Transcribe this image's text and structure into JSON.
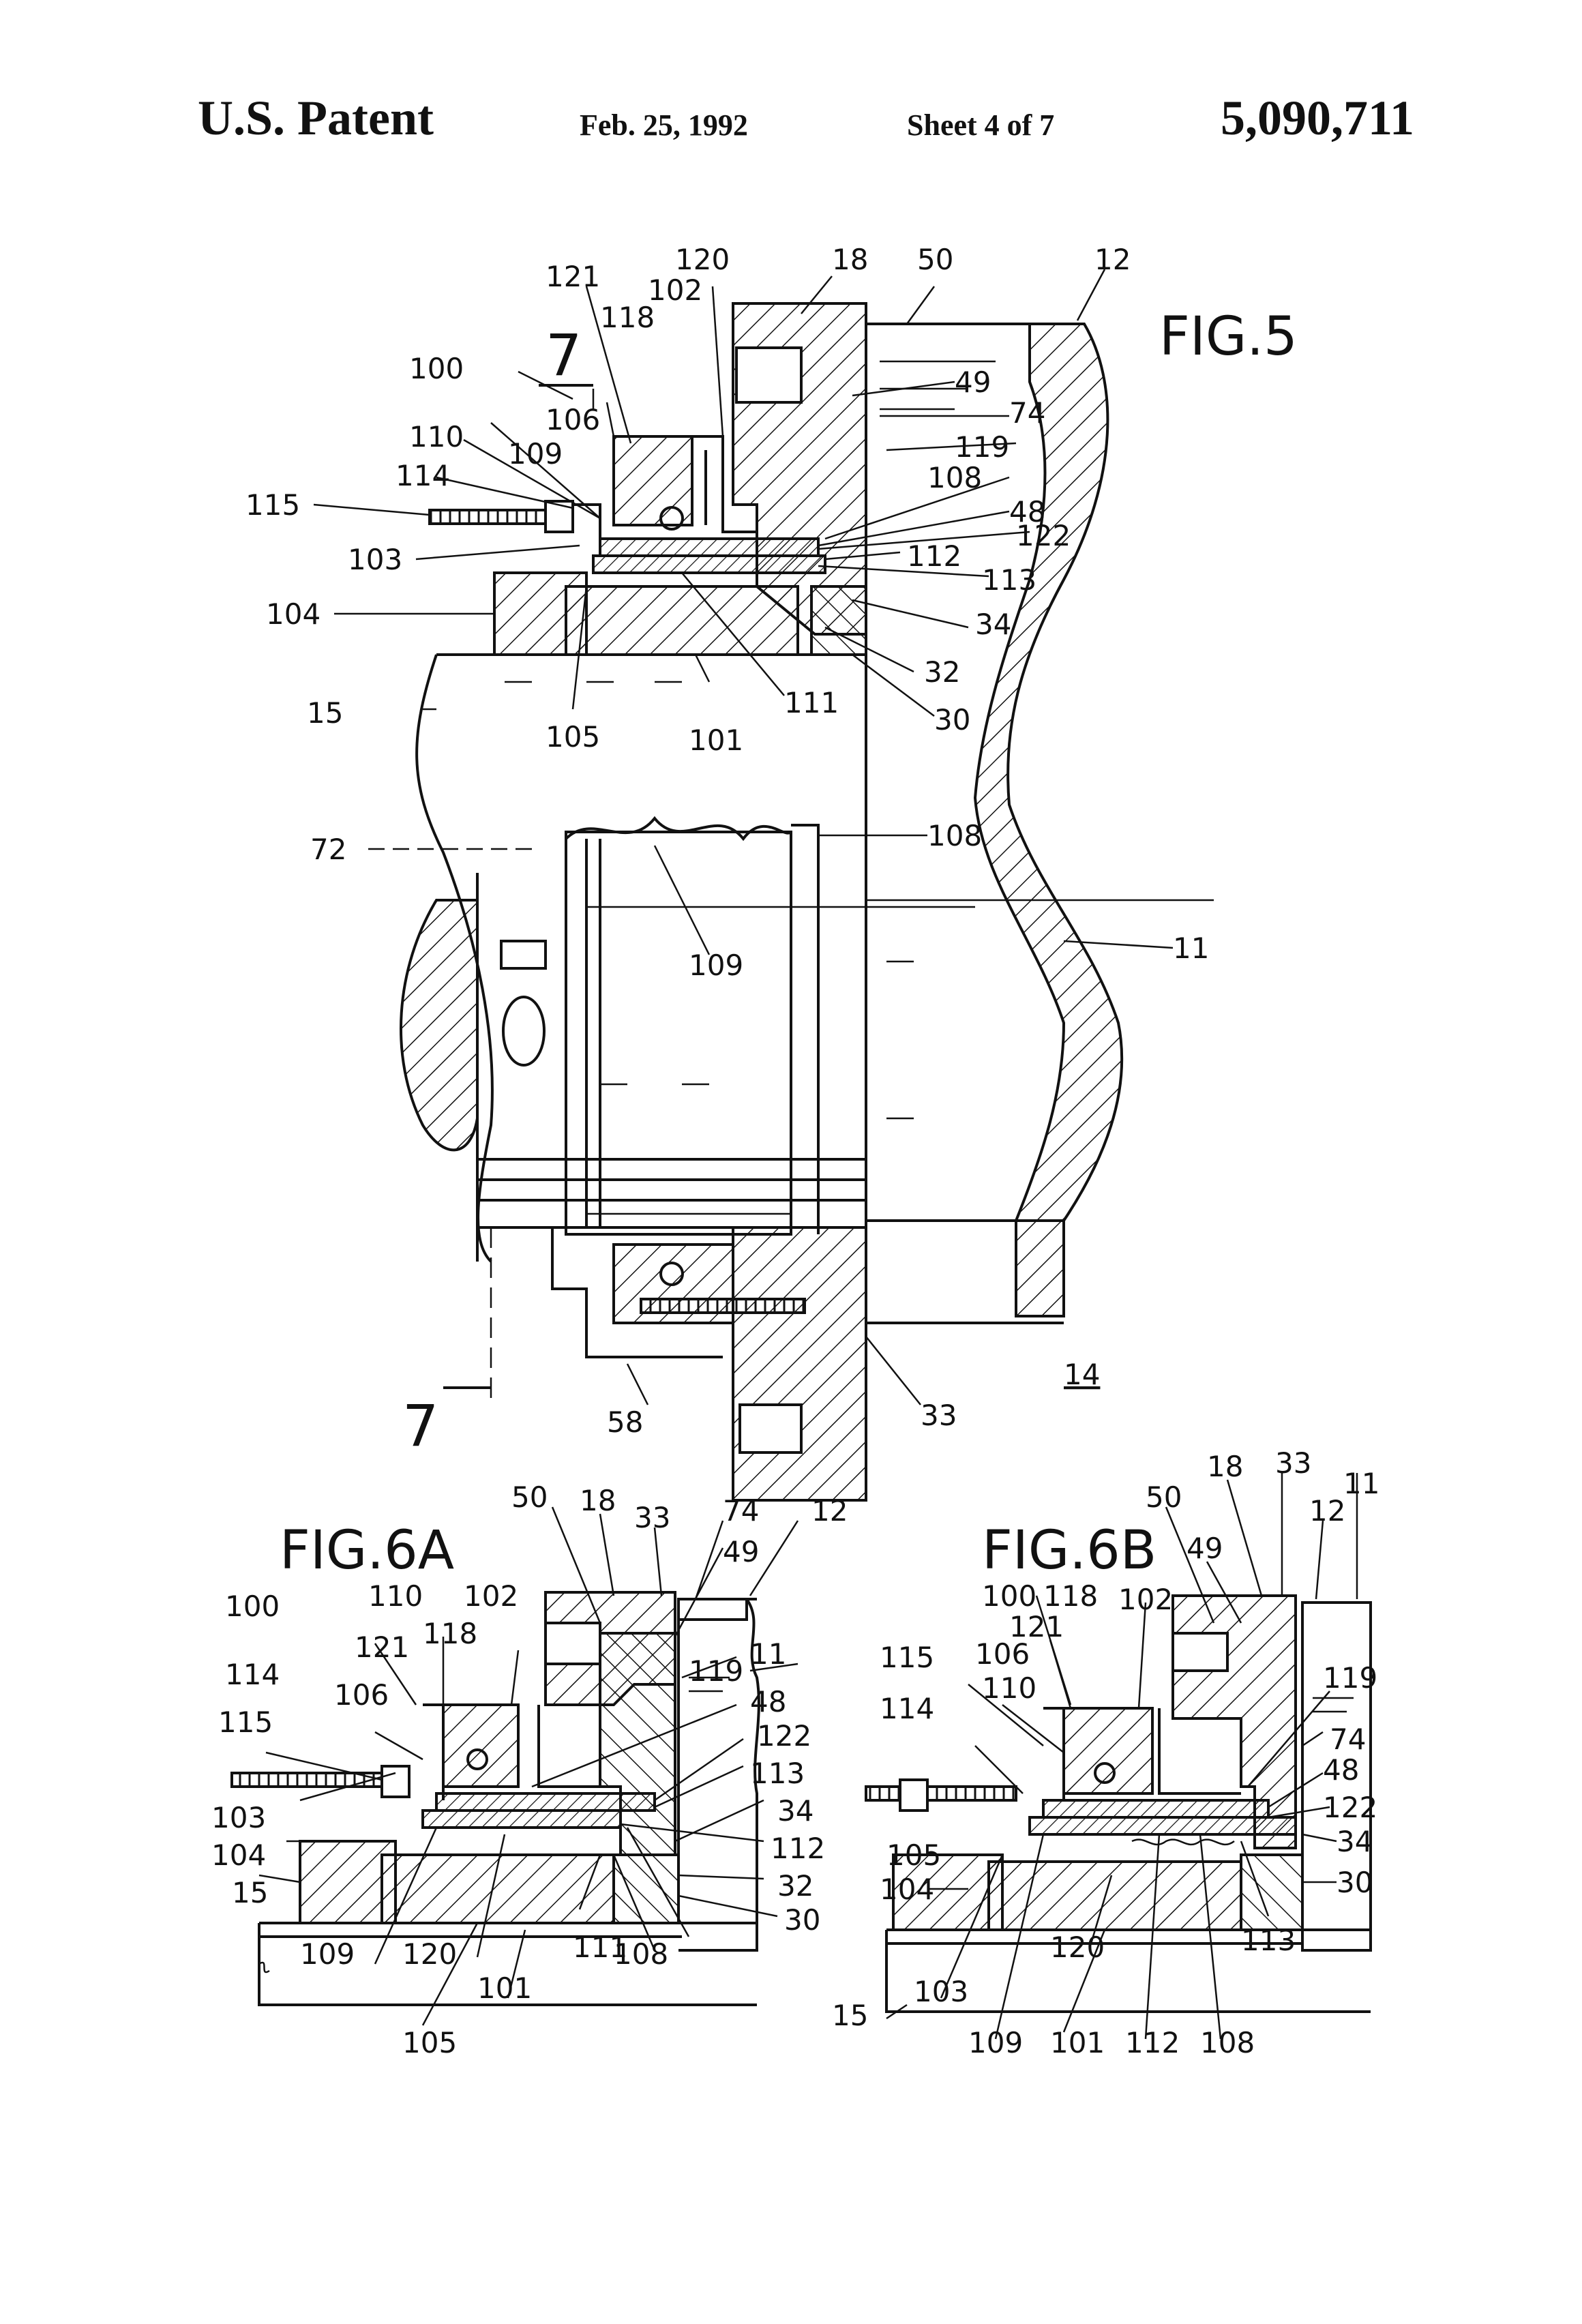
{
  "header": {
    "left": "U.S. Patent",
    "date": "Feb. 25, 1992",
    "sheet": "Sheet 4 of 7",
    "patent_number": "5,090,711"
  },
  "figures": {
    "fig5": {
      "title": "FIG.5",
      "section_mark_top": "7",
      "section_mark_bottom": "7",
      "labels": {
        "l121": "121",
        "l120": "120",
        "l102": "102",
        "l118": "118",
        "l18": "18",
        "l50": "50",
        "l12": "12",
        "l100": "100",
        "l49": "49",
        "l74": "74",
        "l106": "106",
        "l110": "110",
        "l109": "109",
        "l119": "119",
        "l114": "114",
        "l108": "108",
        "l115": "115",
        "l48": "48",
        "l122": "122",
        "l103": "103",
        "l112": "112",
        "l113": "113",
        "l104": "104",
        "l34": "34",
        "l32": "32",
        "l15": "15",
        "l111": "111",
        "l30": "30",
        "l105": "105",
        "l101": "101",
        "l72": "72",
        "l108b": "108",
        "l109b": "109",
        "l11": "11",
        "l58": "58",
        "l33": "33",
        "l14": "14"
      }
    },
    "fig6a": {
      "title": "FIG.6A",
      "labels": {
        "l50": "50",
        "l18": "18",
        "l33": "33",
        "l74": "74",
        "l12": "12",
        "l100": "100",
        "l110": "110",
        "l102": "102",
        "l49": "49",
        "l121": "121",
        "l118": "118",
        "l119": "119",
        "l11": "11",
        "l114": "114",
        "l106": "106",
        "l48": "48",
        "l115": "115",
        "l122": "122",
        "l113": "113",
        "l34": "34",
        "l103": "103",
        "l112": "112",
        "l104": "104",
        "l32": "32",
        "l15": "15",
        "l30": "30",
        "l109": "109",
        "l120": "120",
        "l111": "111",
        "l108": "108",
        "l101": "101",
        "l105": "105"
      }
    },
    "fig6b": {
      "title": "FIG.6B",
      "labels": {
        "l18": "18",
        "l33": "33",
        "l11": "11",
        "l50": "50",
        "l12": "12",
        "l49": "49",
        "l100": "100",
        "l118": "118",
        "l102": "102",
        "l121": "121",
        "l119": "119",
        "l115": "115",
        "l106": "106",
        "l114": "114",
        "l110": "110",
        "l74": "74",
        "l48": "48",
        "l122": "122",
        "l105": "105",
        "l34": "34",
        "l104": "104",
        "l30": "30",
        "l120": "120",
        "l113": "113",
        "l15": "15",
        "l103": "103",
        "l109": "109",
        "l101": "101",
        "l112": "112",
        "l108": "108"
      }
    }
  }
}
